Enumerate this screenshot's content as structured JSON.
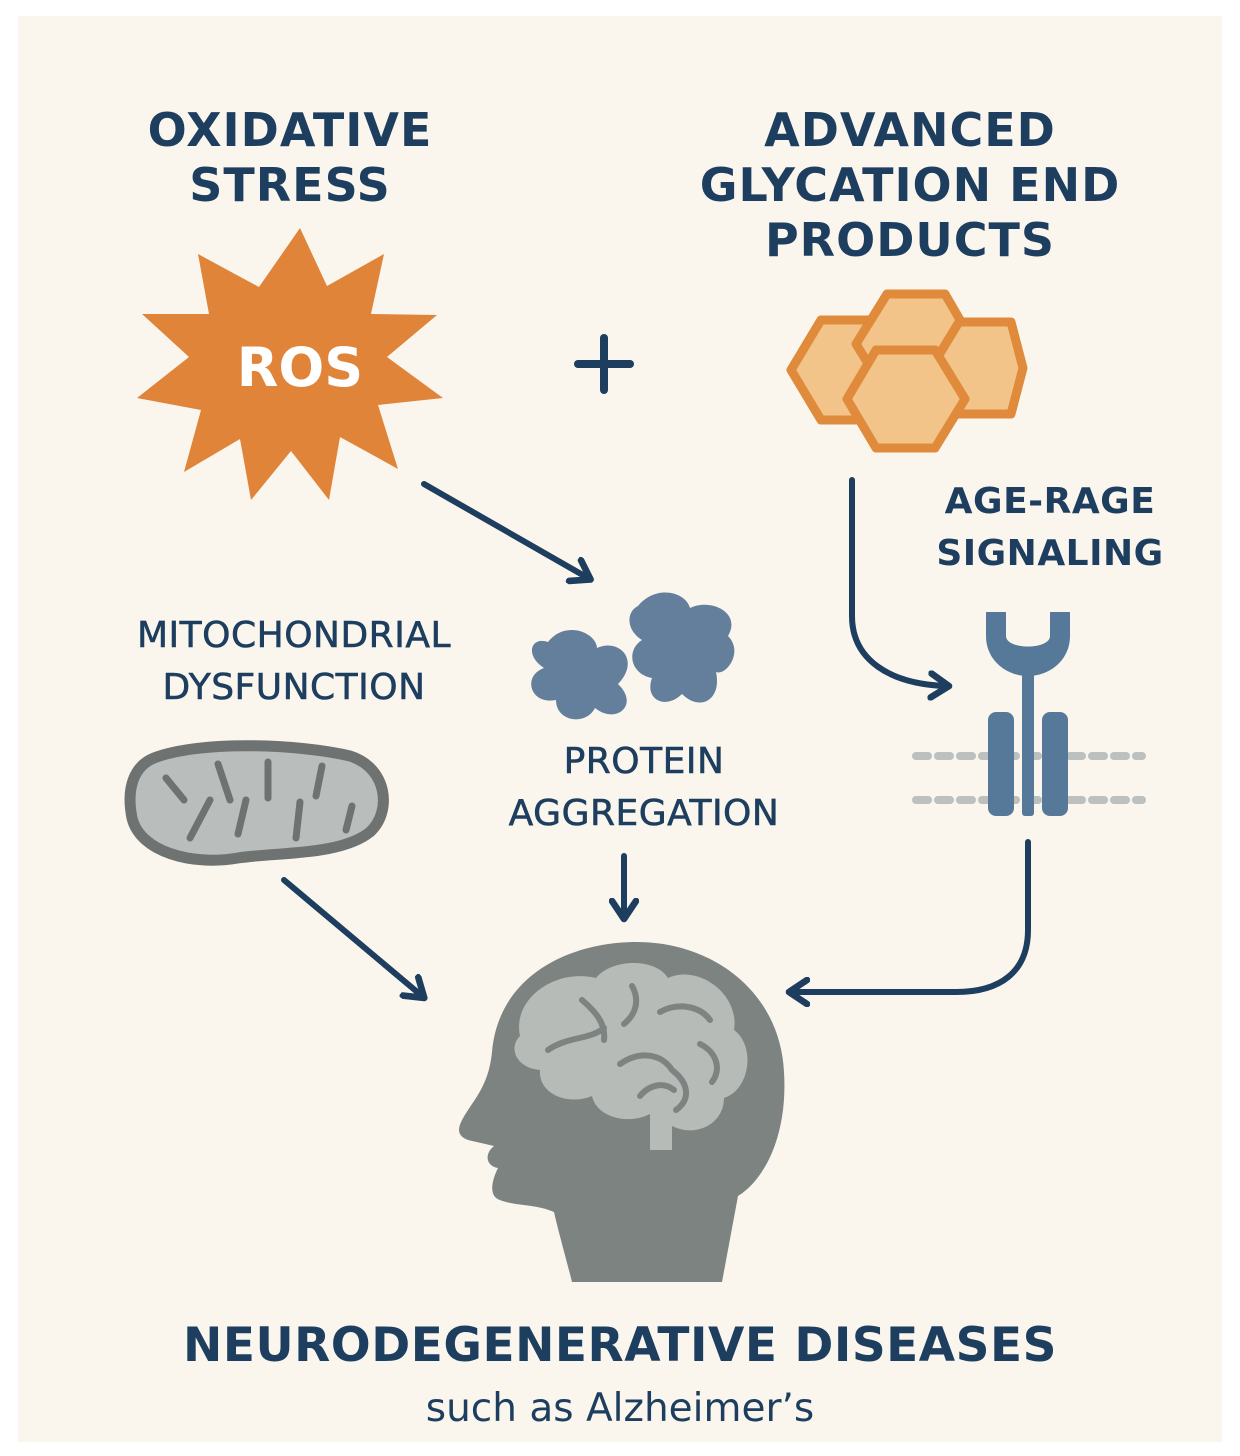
{
  "labels": {
    "oxidative_stress": [
      "OXIDATIVE",
      "STRESS"
    ],
    "ros": "ROS",
    "plus": "+",
    "ages": [
      "ADVANCED",
      "GLYCATION END",
      "PRODUCTS"
    ],
    "age_rage": [
      "AGE-RAGE",
      "SIGNALING"
    ],
    "mitochondrial": [
      "MITOCHONDRIAL",
      "DYSFUNCTION"
    ],
    "protein": [
      "PROTEIN",
      "AGGREGATION"
    ]
  },
  "title": "NEURODEGENERATIVE DISEASES",
  "subtitle": "such as Alzheimer’s",
  "icons": [
    "ros-starburst-icon",
    "hexagon-cluster-icon",
    "protein-aggregate-icon",
    "mitochondrion-icon",
    "receptor-icon",
    "brain-head-icon"
  ],
  "colors": {
    "background": "#faf6ee",
    "text": "#1d3e5e",
    "arrow": "#1d3e5e",
    "ros": "#e0843a",
    "hexagon_fill": "#f2c48a",
    "hexagon_stroke": "#e08a3c",
    "protein": "#647f9c",
    "receptor": "#56799a",
    "mito_fill": "#b9bdbb",
    "mito_stroke": "#6e7371",
    "head": "#7d8381",
    "brain": "#b6bbb8"
  }
}
